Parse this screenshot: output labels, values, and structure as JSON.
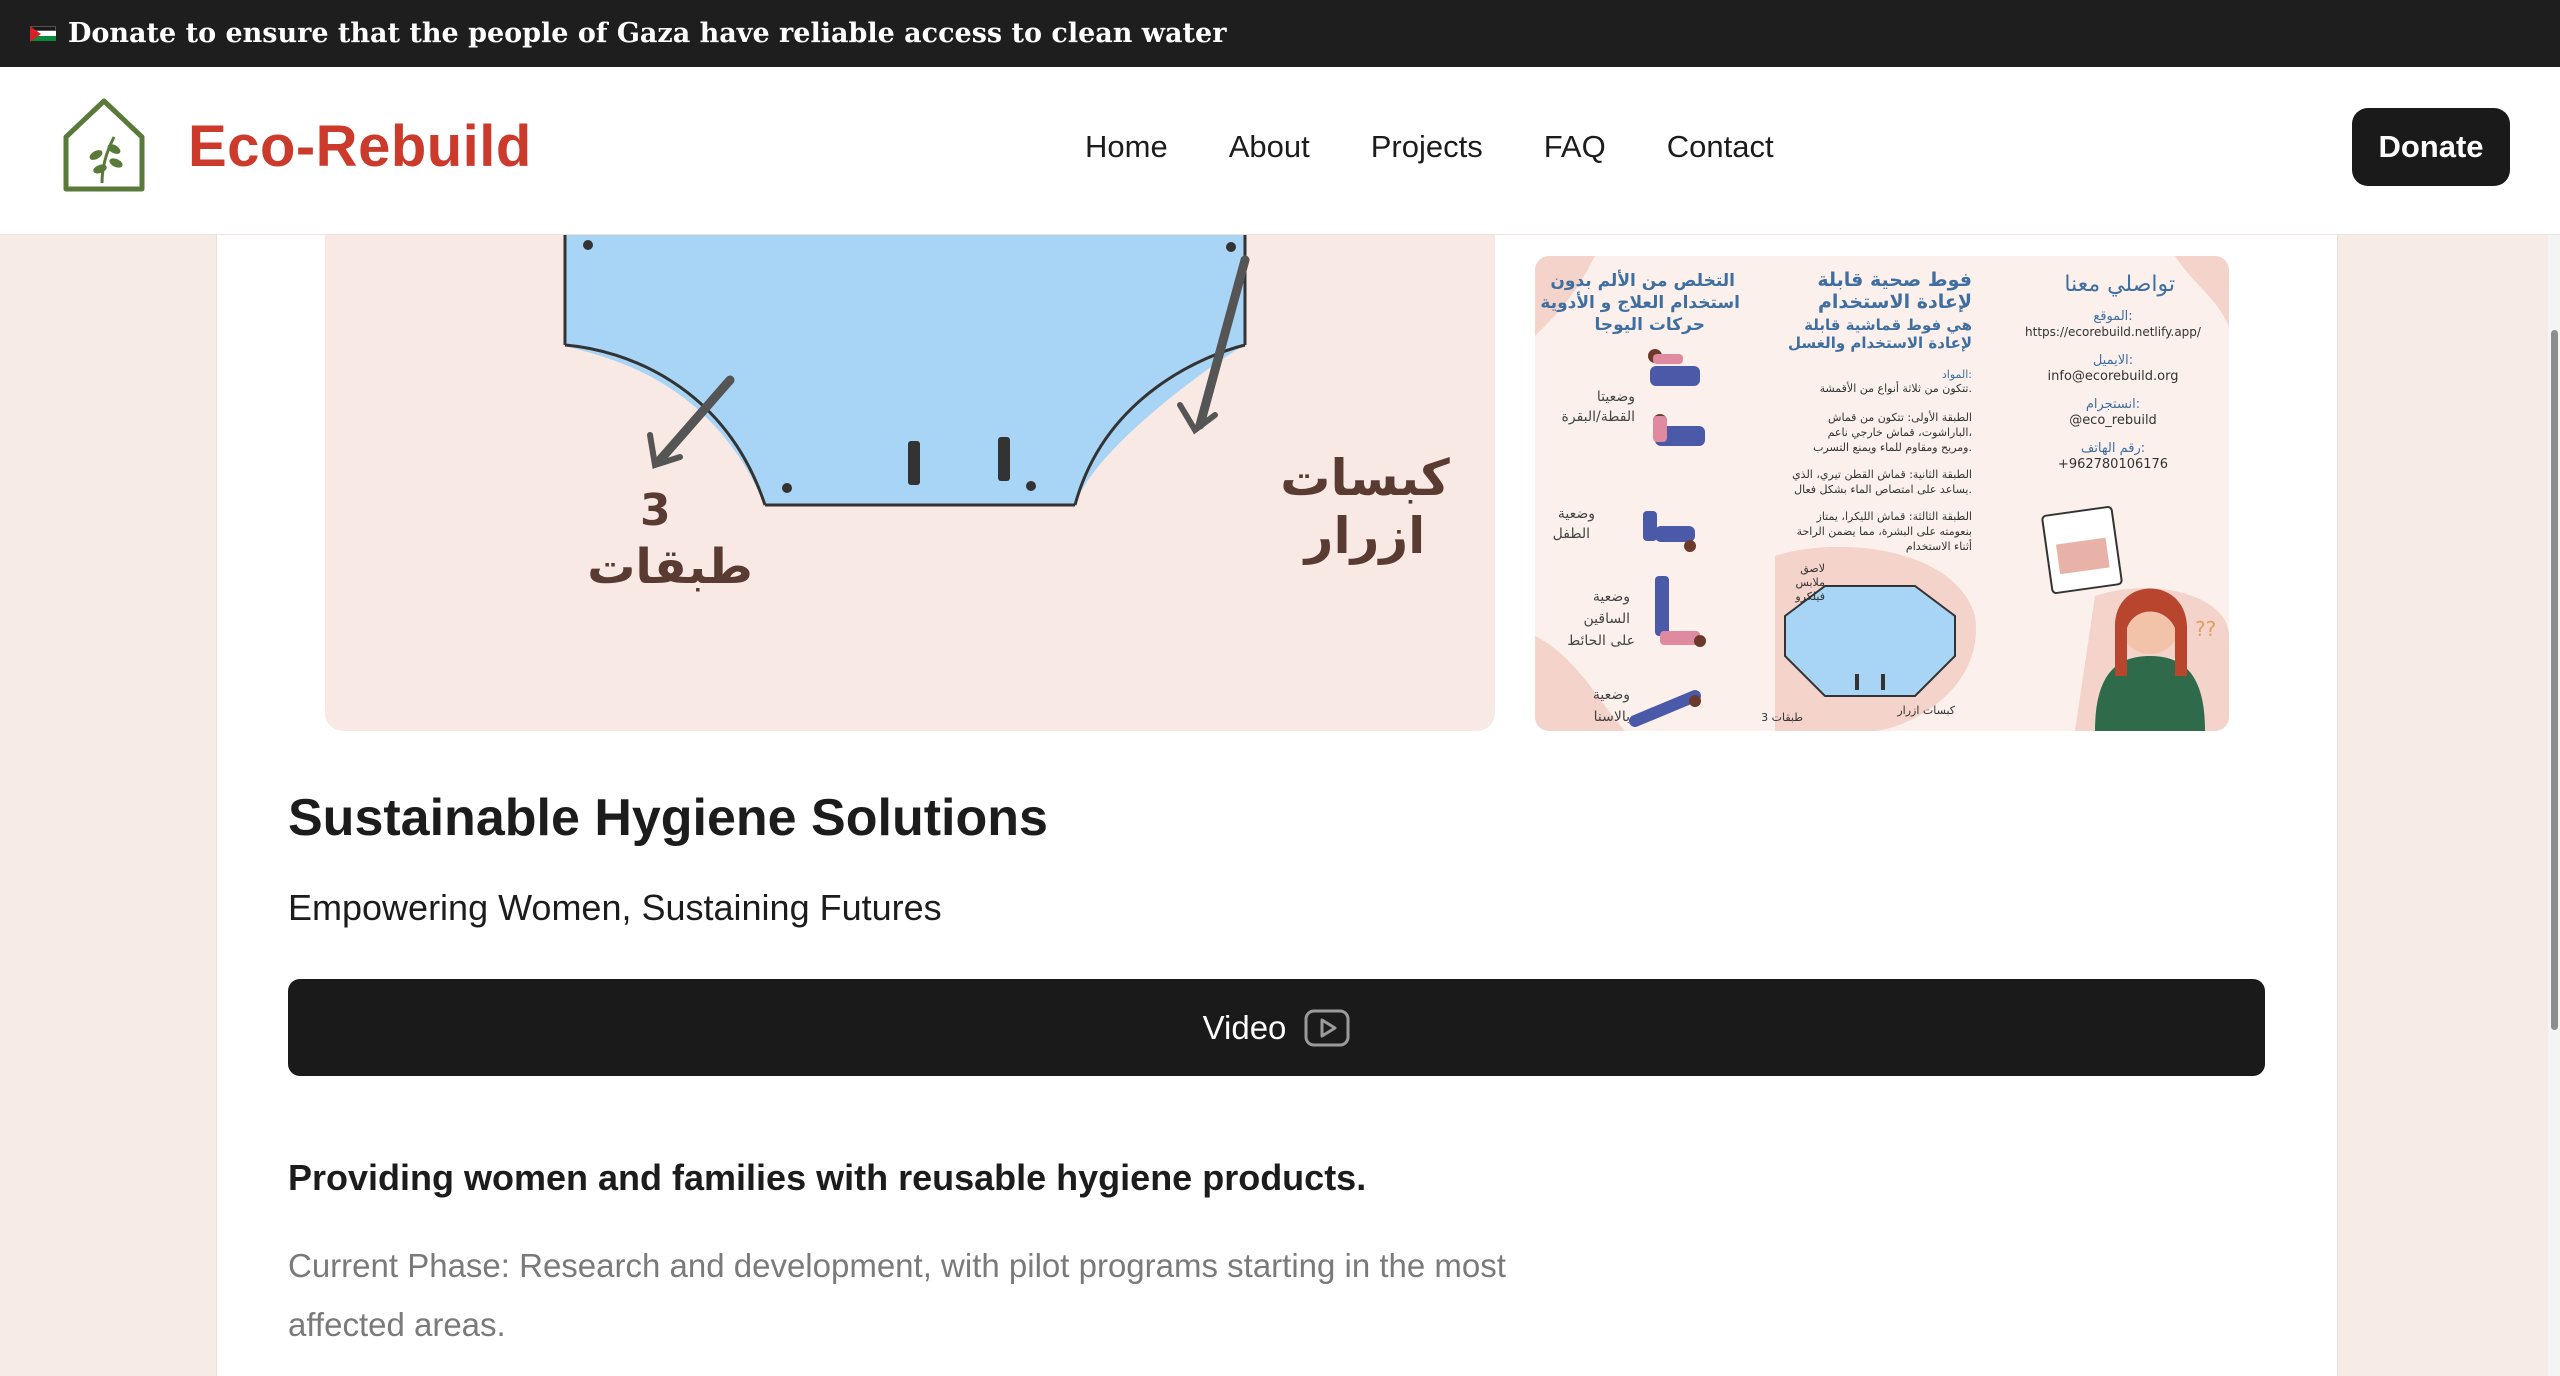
{
  "banner": {
    "text": "Donate to ensure that the people of Gaza have reliable access to clean water",
    "flag_icon": "palestine-flag-icon"
  },
  "header": {
    "brand": "Eco-Rebuild",
    "nav": [
      {
        "label": "Home"
      },
      {
        "label": "About"
      },
      {
        "label": "Projects"
      },
      {
        "label": "FAQ"
      },
      {
        "label": "Contact"
      }
    ],
    "donate_label": "Donate"
  },
  "images": {
    "left_labels": {
      "layers_num": "3",
      "layers_word": "طبقات",
      "buttons_1": "كبسات",
      "buttons_2": "ازرار"
    },
    "right": {
      "col_yoga_title": "التخلص من الألم بدون استخدام العلاج و الأدوية حركات اليوجا",
      "yoga_1": "وضعيتا القطة/البقرة",
      "yoga_2": "وضعية الطفل",
      "yoga_3": "وضعية الساقين على الحائط",
      "yoga_4": "وضعية بالاسنا",
      "col_pads_title": "فوط صحية قابلة لإعادة الاستخدام",
      "col_pads_sub": "هي فوط قماشية قابلة لإعادة الاستخدام والغسل",
      "materials_head": "المواد:",
      "materials_text": "تتكون من ثلاثة أنواع من الأقمشة.",
      "layer1": "الطبقة الأولى: تتكون من قماش الباراشوت، قماش خارجي ناعم، ومريح ومقاوم للماء ويمنع التسرب.",
      "layer2": "الطبقة الثانية: قماش القطن تيري، الذي يساعد على امتصاص الماء بشكل فعال.",
      "layer3": "الطبقة الثالثة: قماش الليكرا، يمتاز بنعومته على البشرة، مما يضمن الراحة أثناء الاستخدام",
      "velcro": "لاصق ملابس فيلكرو",
      "small_layers": "3 طبقات",
      "small_buttons": "كبسات ازرار",
      "col_contact_title": "تواصلي معنا",
      "site_label": "الموقع:",
      "site_value": "https://ecorebuild.netlify.app/",
      "email_label": "الايميل:",
      "email_value": "info@ecorebuild.org",
      "insta_label": "انستجرام:",
      "insta_value": "@eco_rebuild",
      "phone_label": "رقم الهاتف:",
      "phone_value": "+962780106176"
    }
  },
  "project": {
    "title": "Sustainable Hygiene Solutions",
    "subtitle": "Empowering Women, Sustaining Futures",
    "video_label": "Video",
    "desc_head": "Providing women and families with reusable hygiene products.",
    "desc_body": "Current Phase: Research and development, with pilot programs starting in the most affected areas."
  },
  "colors": {
    "brand": "#cc3a2c",
    "dark": "#1a1a1a",
    "page_bg": "#f7ebe6",
    "pad_blue": "#a8d4f5"
  }
}
